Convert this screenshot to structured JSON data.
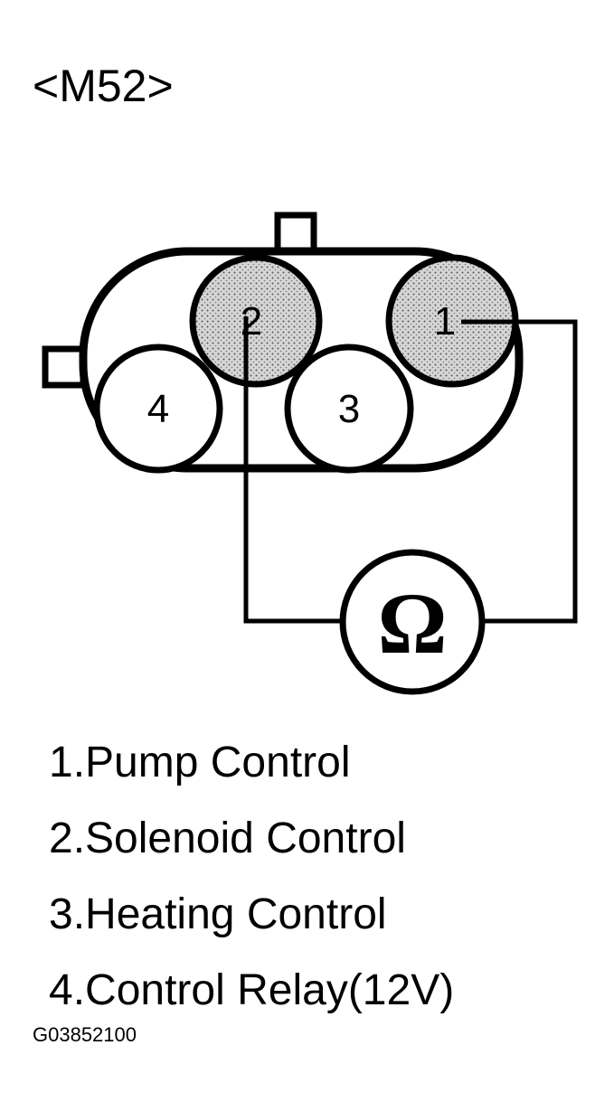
{
  "title": "<M52>",
  "connector": {
    "pins": [
      {
        "number": "1",
        "shaded": true
      },
      {
        "number": "2",
        "shaded": true
      },
      {
        "number": "3",
        "shaded": false
      },
      {
        "number": "4",
        "shaded": false
      }
    ],
    "meter_symbol": "Ω"
  },
  "legend": [
    "1.Pump Control",
    "2.Solenoid Control",
    "3.Heating Control",
    "4.Control Relay(12V)"
  ],
  "figure_code": "G03852100",
  "colors": {
    "line": "#000000",
    "shade": "#cfcfcf",
    "background": "#ffffff"
  }
}
